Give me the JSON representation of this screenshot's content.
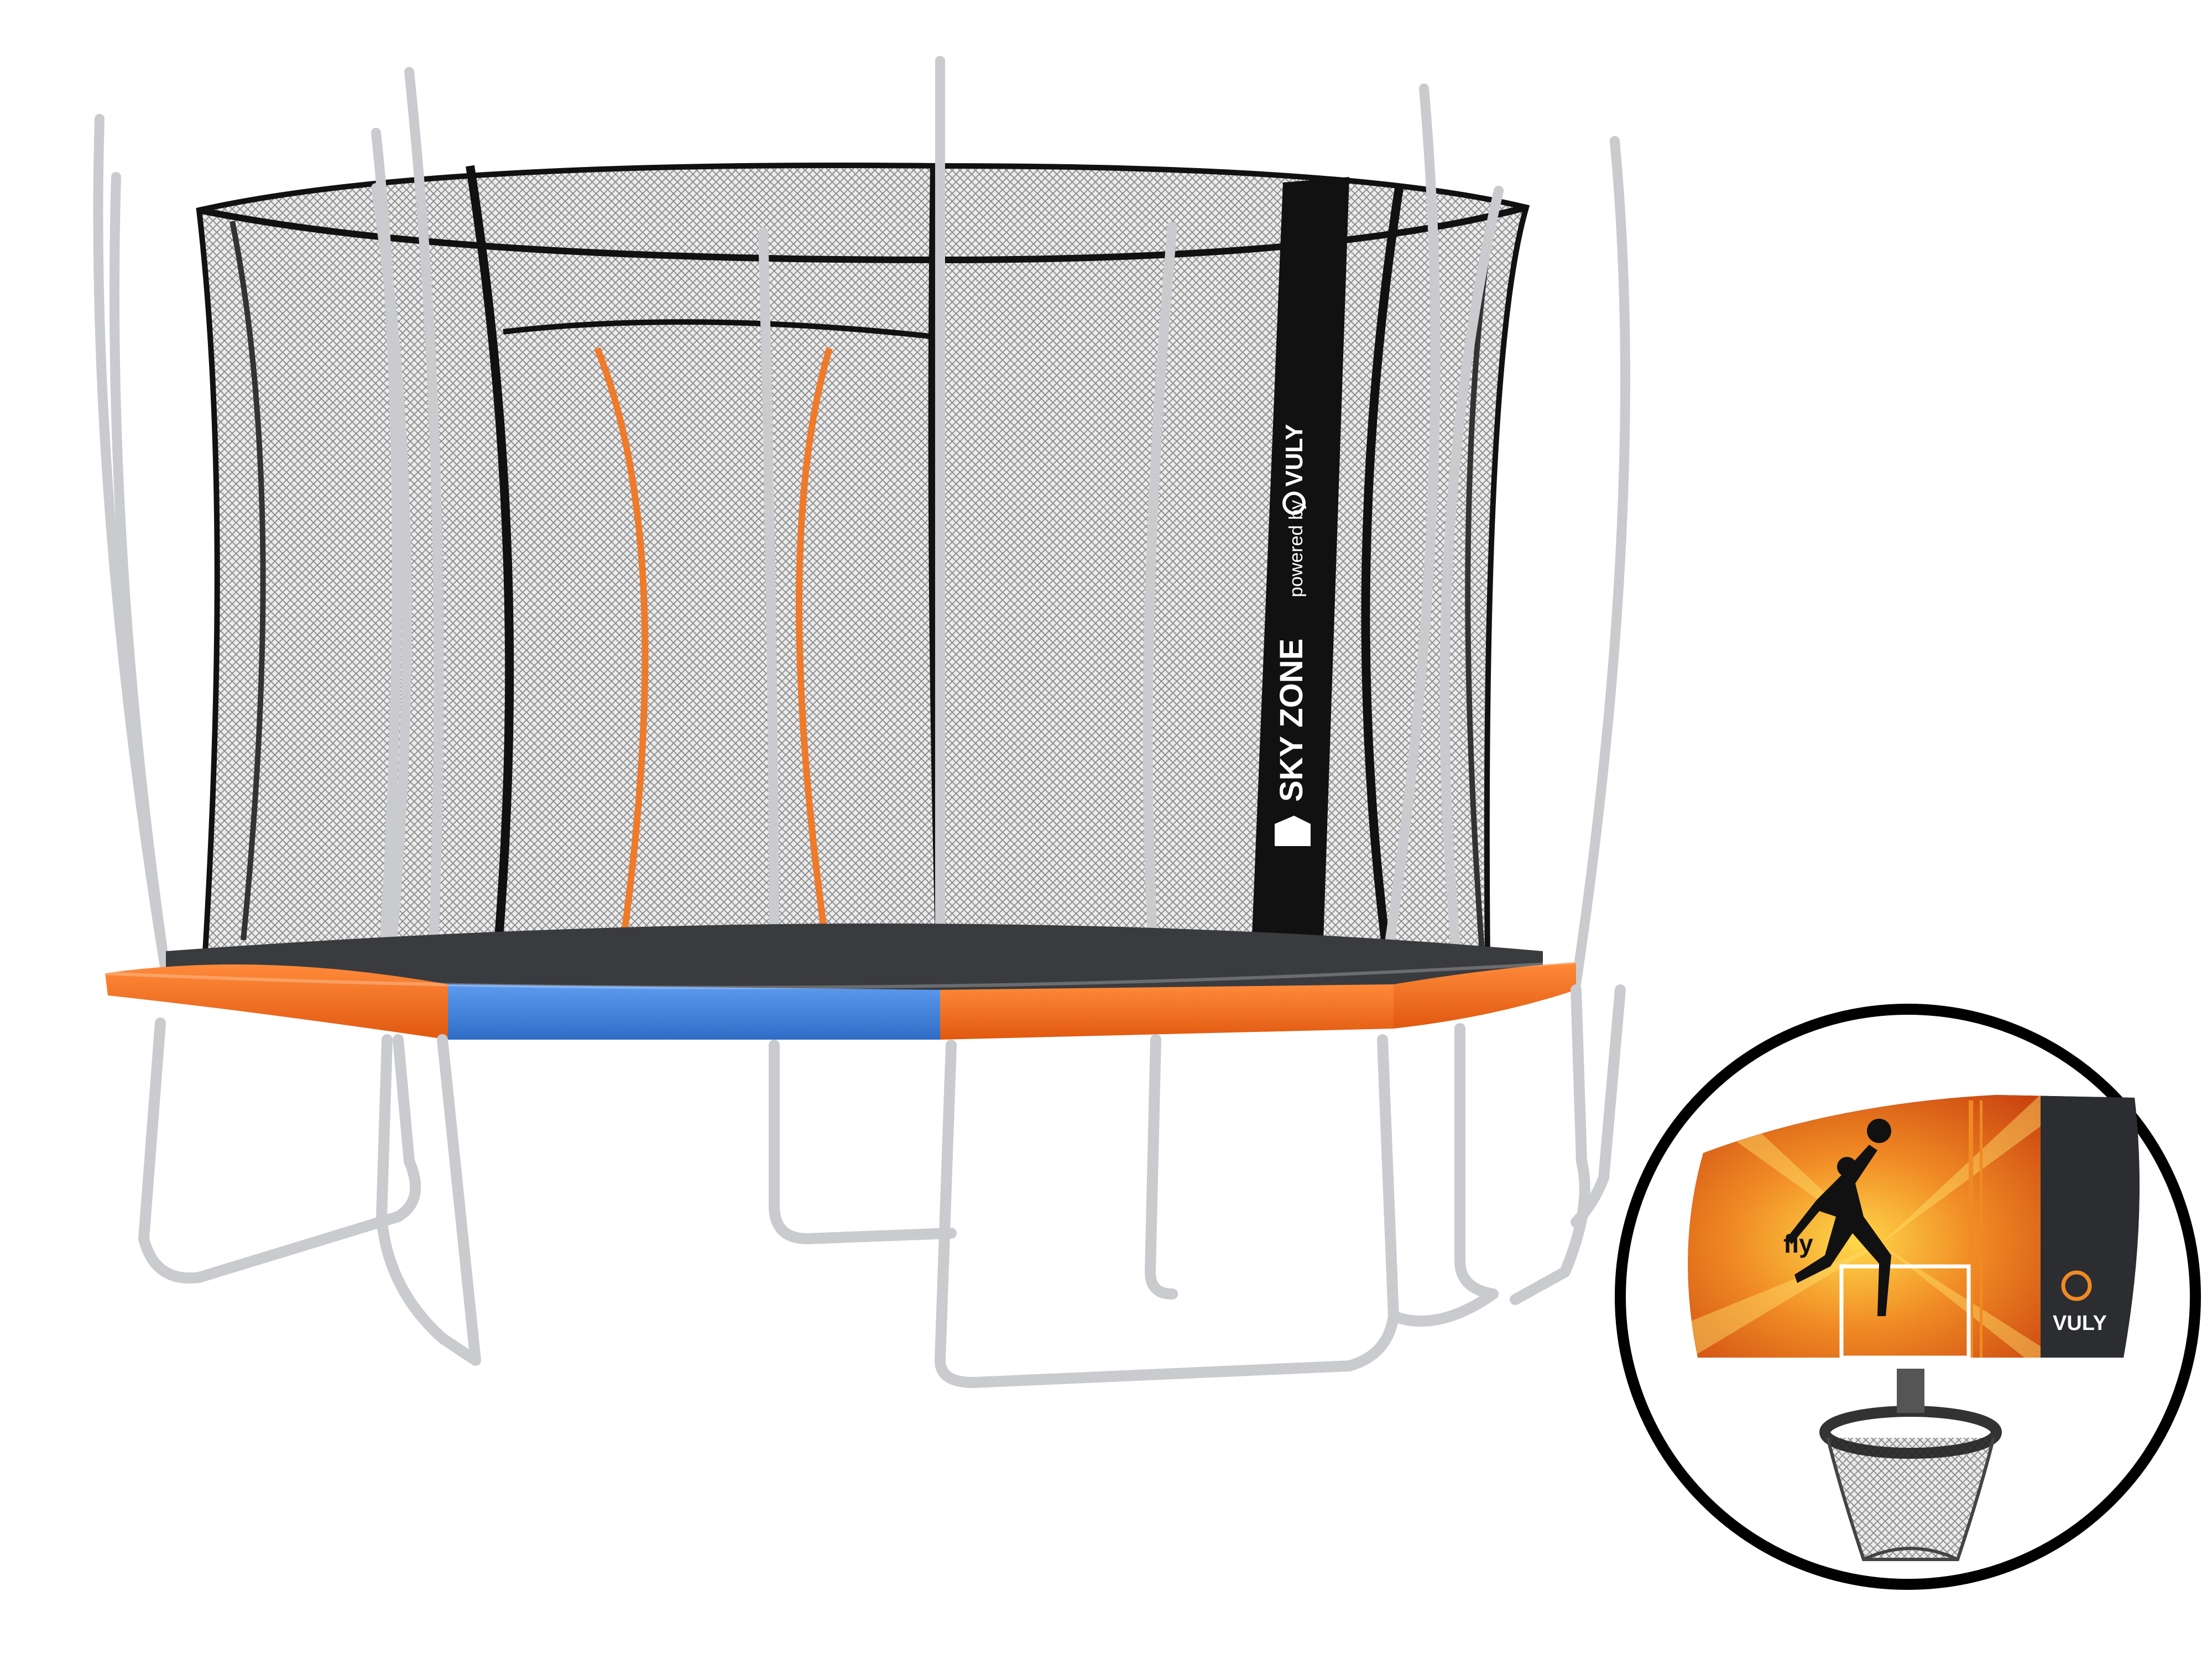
{
  "product": {
    "strap_brand": "SKY ZONE",
    "strap_powered_by": "powered by",
    "strap_vuly": "VULY"
  },
  "backboard": {
    "fly_text": "fly",
    "vuly_text": "VULY"
  },
  "colors": {
    "pad_orange": "#f26b1d",
    "pad_blue": "#3a7fd6",
    "net_dark": "#222222",
    "frame_silver": "#c9cbce",
    "backboard_dark": "#2c2d30",
    "backboard_orange": "#e8661c"
  },
  "icons": [
    "sky-zone-logo-icon",
    "vuly-logo-icon",
    "basketball-icon"
  ]
}
